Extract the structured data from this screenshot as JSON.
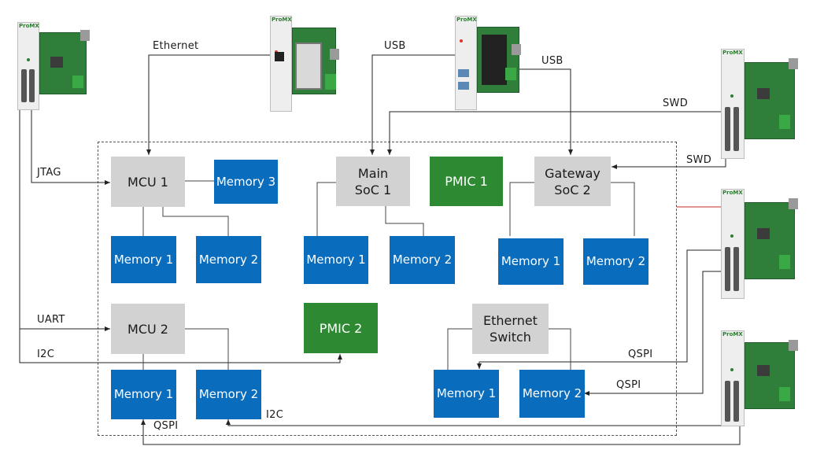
{
  "modules": {
    "mcu1": "MCU 1",
    "mcu2": "MCU 2",
    "main_soc": "Main\nSoC 1",
    "gateway_soc": "Gateway\nSoC 2",
    "pmic1": "PMIC 1",
    "pmic2": "PMIC 2",
    "eth_switch": "Ethernet\nSwitch",
    "mcu1_mem1": "Memory 1",
    "mcu1_mem2": "Memory 2",
    "mcu1_mem3": "Memory 3",
    "soc1_mem1": "Memory 1",
    "soc1_mem2": "Memory 2",
    "soc2_mem1": "Memory 1",
    "soc2_mem2": "Memory 2",
    "mcu2_mem1": "Memory 1",
    "mcu2_mem2": "Memory 2",
    "sw_mem1": "Memory 1",
    "sw_mem2": "Memory 2"
  },
  "interfaces": {
    "ethernet": "Ethernet",
    "usb_left": "USB",
    "usb_right": "USB",
    "swd_top": "SWD",
    "swd_mid": "SWD",
    "jtag": "JTAG",
    "uart": "UART",
    "i2c_left": "I2C",
    "qspi_upper": "QSPI",
    "qspi_lower": "QSPI",
    "i2c_bottom": "I2C",
    "qspi_bottom": "QSPI"
  },
  "colors": {
    "processor": "#d2d2d2",
    "memory": "#0a6cbd",
    "power": "#2e8a32",
    "link_highlight": "#c62828"
  },
  "hardware_icons": [
    "tool-card-left",
    "tool-card-ethernet",
    "tool-card-usb",
    "tool-card-swd",
    "tool-card-qspi-upper",
    "tool-card-qspi-lower"
  ]
}
